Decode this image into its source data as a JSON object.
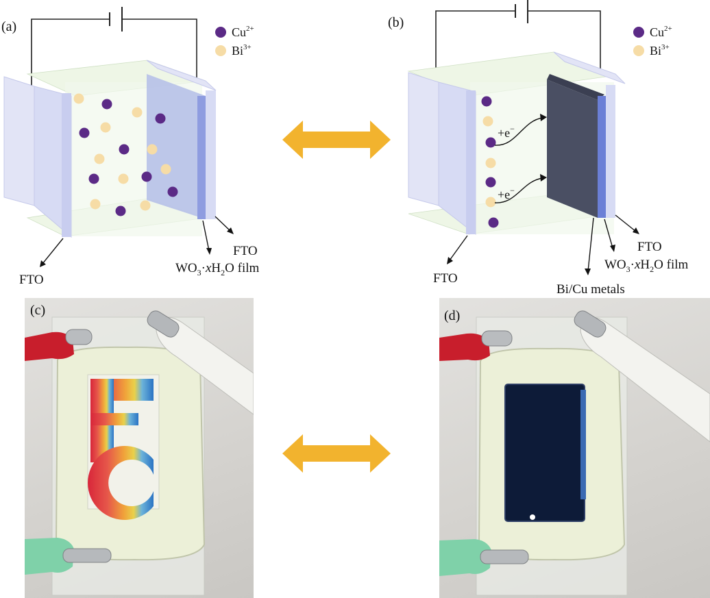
{
  "panels": {
    "a": {
      "tag": "(a)",
      "legend": [
        {
          "ion": "Cu",
          "charge": "2+",
          "color": "#5b2a86"
        },
        {
          "ion": "Bi",
          "charge": "3+",
          "color": "#f6dca6"
        }
      ],
      "label_fto_left": "FTO",
      "label_fto_right": "FTO",
      "label_film_prefix": "WO",
      "label_film_sub3": "3",
      "label_film_dot": "·",
      "label_film_x": "x",
      "label_film_h": "H",
      "label_film_sub2": "2",
      "label_film_suffix": "O film"
    },
    "b": {
      "tag": "(b)",
      "legend": [
        {
          "ion": "Cu",
          "charge": "2+",
          "color": "#5b2a86"
        },
        {
          "ion": "Bi",
          "charge": "3+",
          "color": "#f6dca6"
        }
      ],
      "electron_label_1": "+e",
      "electron_label_2": "+e",
      "electron_sup": "−",
      "label_fto_left": "FTO",
      "label_fto_right": "FTO",
      "label_film_prefix": "WO",
      "label_film_sub3": "3",
      "label_film_dot": "·",
      "label_film_x": "x",
      "label_film_h": "H",
      "label_film_sub2": "2",
      "label_film_suffix": "O film",
      "label_metals": "Bi/Cu metals"
    },
    "c": {
      "tag": "(c)"
    },
    "d": {
      "tag": "(d)"
    }
  },
  "colors": {
    "cu": "#5b2a86",
    "bi": "#f6dca6",
    "arrow": "#f2b32e",
    "glass": "#dcdff5",
    "film": "#a9b4e6",
    "metal": "#4a4f63",
    "electrolyte": "#eef6e6"
  }
}
